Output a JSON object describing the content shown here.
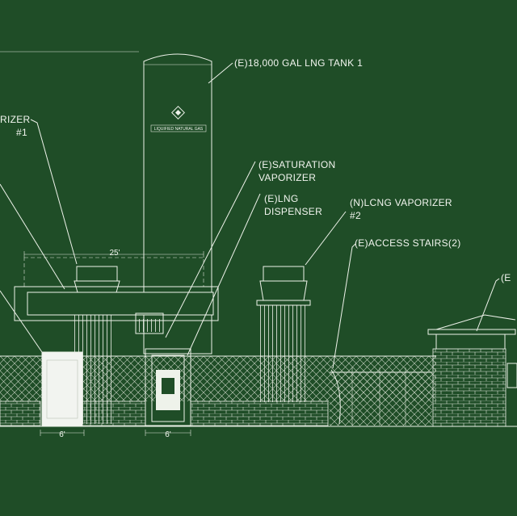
{
  "labels": {
    "tank": "(E)18,000 GAL LNG TANK 1",
    "vaporizer1_line1": "RIZER",
    "vaporizer1_line2": "#1",
    "saturation_line1": "(E)SATURATION",
    "saturation_line2": "VAPORIZER",
    "dispenser_line1": "(E)LNG",
    "dispenser_line2": "DISPENSER",
    "lcng_line1": "(N)LCNG VAPORIZER",
    "lcng_line2": "#2",
    "access_stairs": "(E)ACCESS STAIRS(2)",
    "right_edge": "(E"
  },
  "tank_placard": "LIQUIFIED NATURAL GAS",
  "dimensions": {
    "top": "25'",
    "left_bottom": "6'",
    "center_bottom": "6'"
  },
  "colors": {
    "background": "#1f4d27",
    "lines": "#eef2ea"
  }
}
